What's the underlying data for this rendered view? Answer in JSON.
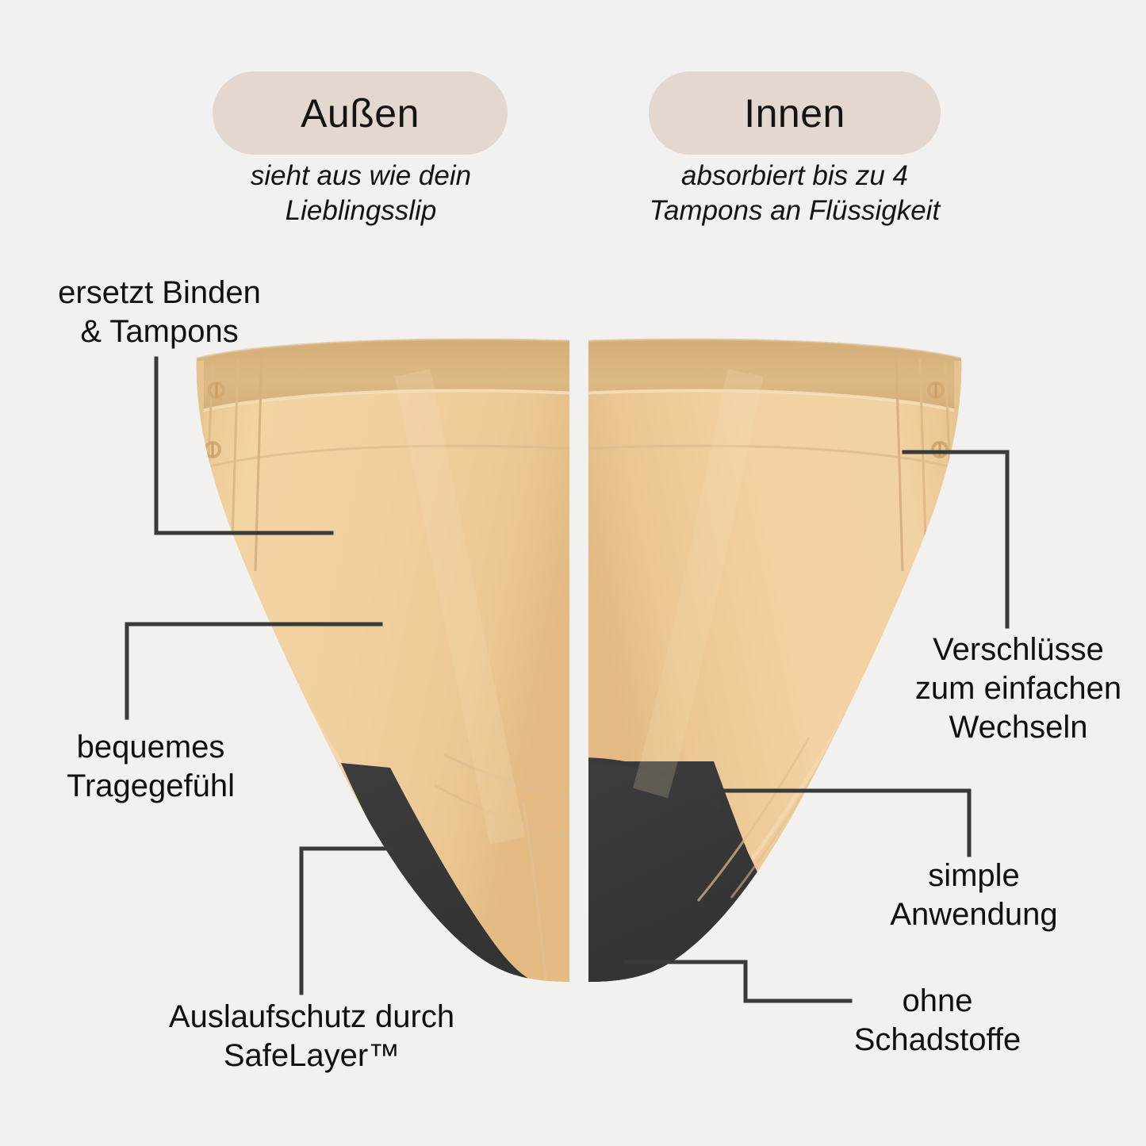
{
  "page": {
    "background_color": "#F2F1EF",
    "language": "de"
  },
  "header": {
    "pills": [
      {
        "name": "aussen",
        "label": "Außen",
        "subtitle": "sieht aus wie dein\nLieblingsslip",
        "pill_color": "#E3D7D0"
      },
      {
        "name": "innen",
        "label": "Innen",
        "subtitle": "absorbiert bis zu 4\nTampons an Flüssigkeit",
        "pill_color": "#E3D7D0"
      }
    ]
  },
  "callouts": {
    "left": [
      {
        "name": "ersetzt-binden-tampons",
        "text": "ersetzt Binden\n& Tampons"
      },
      {
        "name": "bequemes-tragegefuehl",
        "text": "bequemes\nTragegefühl"
      },
      {
        "name": "auslaufschutz-safelayer",
        "text": "Auslaufschutz durch\nSafeLayer™"
      }
    ],
    "right": [
      {
        "name": "verschluesse-wechseln",
        "text": "Verschlüsse\nzum einfachen\nWechseln"
      },
      {
        "name": "simple-anwendung",
        "text": "simple\nAnwendung"
      },
      {
        "name": "ohne-schadstoffe",
        "text": "ohne\nSchadstoffe"
      }
    ]
  },
  "product": {
    "name": "period-underwear-illustration",
    "fabric_color": "#EFCE9C",
    "fabric_shadow_color": "#D9B684",
    "fabric_highlight_color": "#F6DCB4",
    "gusset_color": "#3A3A3A",
    "seam_color": "#DCBA8D",
    "leader_line_color": "#3A3A3A",
    "views": [
      {
        "name": "outside-view",
        "side": "left"
      },
      {
        "name": "inside-view",
        "side": "right"
      }
    ]
  }
}
